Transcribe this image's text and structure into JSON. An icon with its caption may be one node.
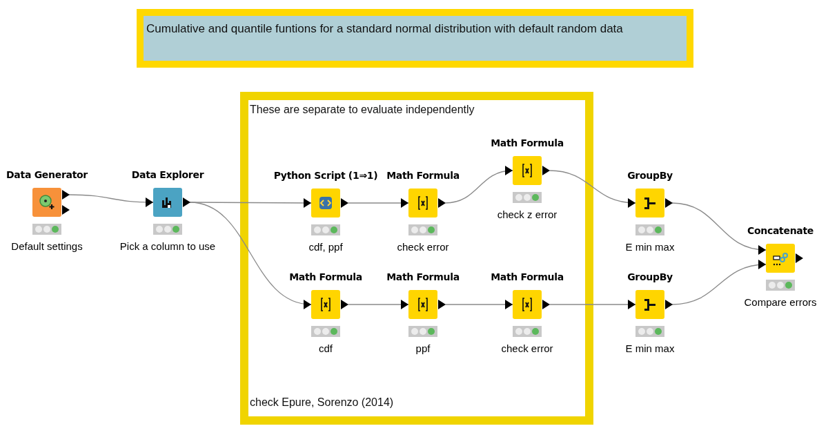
{
  "diagram": {
    "nodes": [
      {
        "text": [
          "Cumulative and quantile funtions for a standard normal distribution with default random data"
        ]
      },
      {
        "text": [
          "These are separate to evaluate independently",
          "check Epure, Sorenzo (2014)"
        ]
      },
      {
        "text": [
          "Data Generator"
        ],
        "beside": [
          "Default settings"
        ]
      },
      {
        "text": [
          "Data Explorer"
        ],
        "beside": [
          "Pick a column to use"
        ]
      },
      {
        "text": [
          "Python Script (1⇒1)"
        ],
        "beside": [
          "cdf, ppf"
        ],
        "in": 1
      },
      {
        "text": [
          "Math Formula"
        ],
        "beside": [
          "check error"
        ],
        "in": 1
      },
      {
        "text": [
          "Math Formula"
        ],
        "beside": [
          "check z error"
        ],
        "in": 1
      },
      {
        "text": [
          "Math Formula"
        ],
        "beside": [
          "cdf"
        ],
        "in": 1
      },
      {
        "text": [
          "Math Formula"
        ],
        "beside": [
          "ppf"
        ],
        "in": 1
      },
      {
        "text": [
          "Math Formula"
        ],
        "beside": [
          "check error"
        ],
        "in": 1
      },
      {
        "text": [
          "GroupBy"
        ],
        "beside": [
          "E min max"
        ]
      },
      {
        "text": [
          "GroupBy"
        ],
        "beside": [
          "E min max"
        ]
      },
      {
        "text": [
          "Concatenate"
        ],
        "beside": [
          "Compare errors"
        ]
      }
    ],
    "edges": [
      {
        "from": 2,
        "to": 3,
        "arrow": "to"
      },
      {
        "from": 3,
        "to": 4,
        "arrow": "to"
      },
      {
        "from": 3,
        "to": 7,
        "arrow": "to"
      },
      {
        "from": 4,
        "to": 5,
        "arrow": "to"
      },
      {
        "from": 5,
        "to": 6,
        "arrow": "to"
      },
      {
        "from": 6,
        "to": 10,
        "arrow": "to"
      },
      {
        "from": 7,
        "to": 8,
        "arrow": "to"
      },
      {
        "from": 8,
        "to": 9,
        "arrow": "to"
      },
      {
        "from": 9,
        "to": 11,
        "arrow": "to"
      },
      {
        "from": 10,
        "to": 12,
        "arrow": "to"
      },
      {
        "from": 11,
        "to": 12,
        "arrow": "to"
      }
    ]
  }
}
